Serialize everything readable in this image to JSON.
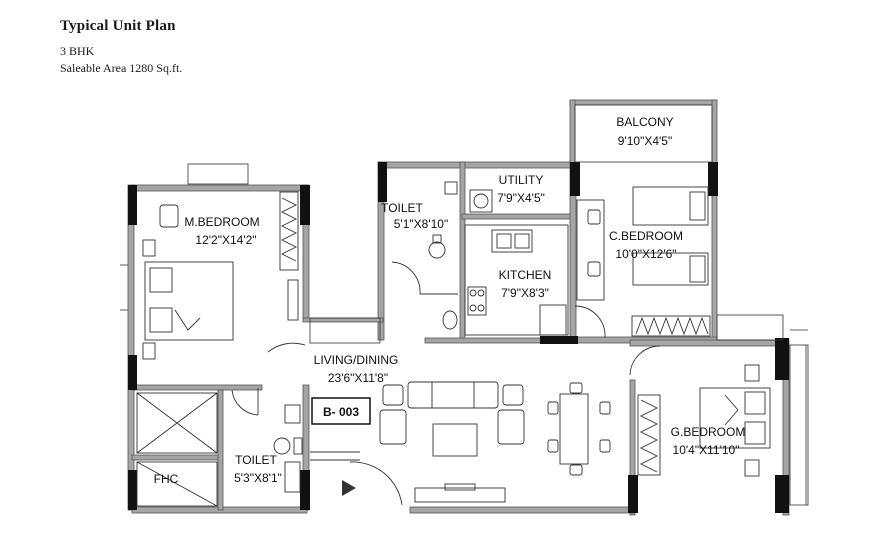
{
  "header": {
    "title": "Typical Unit Plan",
    "type": "3 BHK",
    "area": "Saleable Area 1280 Sq.ft."
  },
  "rooms": {
    "balcony": {
      "name": "BALCONY",
      "size": "9'10\"X4'5\""
    },
    "utility": {
      "name": "UTILITY",
      "size": "7'9\"X4'5\""
    },
    "toilet1": {
      "name": "TOILET",
      "size": "5'1\"X8'10\""
    },
    "master_bedroom": {
      "name": "M.BEDROOM",
      "size": "12'2\"X14'2\""
    },
    "children_bedroom": {
      "name": "C.BEDROOM",
      "size": "10'0\"X12'6\""
    },
    "kitchen": {
      "name": "KITCHEN",
      "size": "7'9\"X8'3\""
    },
    "living_dining": {
      "name": "LIVING/DINING",
      "size": "23'6\"X11'8\""
    },
    "guest_bedroom": {
      "name": "G.BEDROOM",
      "size": "10'4\"X11'10\""
    },
    "toilet2": {
      "name": "TOILET",
      "size": "5'3\"X8'1\""
    },
    "fhc": {
      "name": "FHC"
    }
  },
  "unit_number": "B- 003",
  "colors": {
    "wall": "#8a8a8a",
    "column": "#111111",
    "line": "#333333"
  }
}
